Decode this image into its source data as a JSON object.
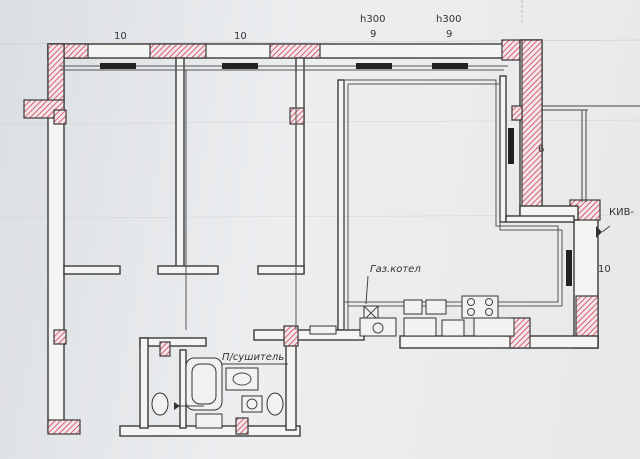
{
  "dimensions": {
    "top_left": "10",
    "top_mid": "10",
    "heater_1_height": "h300",
    "heater_1_count": "9",
    "heater_2_height": "h300",
    "heater_2_count": "9",
    "right_upper": "6",
    "right_lower": "10"
  },
  "labels": {
    "gas_boiler": "Газ.котел",
    "towel_dryer": "П/сушитель",
    "valve": "КИВ-"
  },
  "colors": {
    "wall_hatch": "#cf3d55",
    "line": "#3a3a3a",
    "radiator": "#222222"
  }
}
